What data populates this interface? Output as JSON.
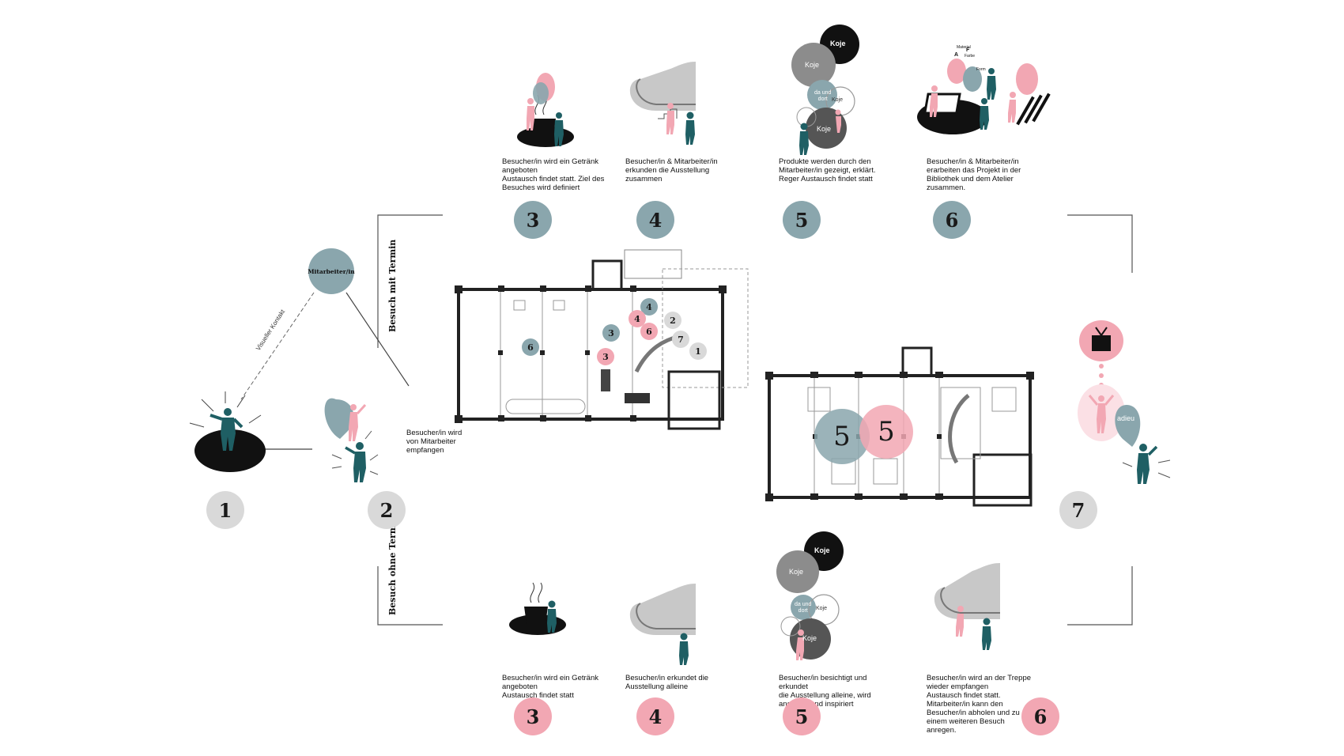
{
  "colors": {
    "teal": "#8aa6ad",
    "pink": "#f2a7b3",
    "grey": "#d9d9d9",
    "dark": "#1f5f64",
    "black": "#111111"
  },
  "contact": {
    "staff_label": "Mitarbeiter/in",
    "visual_label": "Visueller Kontakt"
  },
  "routes": {
    "with_appointment": "Besuch mit Termin",
    "without_appointment": "Besuch ohne Termin"
  },
  "step2": {
    "caption": "Besucher/in wird\nvon Mitarbeiter\nempfangen"
  },
  "top": [
    {
      "num": "3",
      "caption": "Besucher/in wird ein Getränk\nangeboten\nAustausch findet statt. Ziel des\nBesuches wird definiert"
    },
    {
      "num": "4",
      "caption": "Besucher/in & Mitarbeiter/in\nerkunden die Ausstellung\nzusammen"
    },
    {
      "num": "5",
      "caption": "Produkte werden durch den\nMitarbeiter/in gezeigt, erklärt.\nReger Austausch findet statt"
    },
    {
      "num": "6",
      "caption": "Besucher/in & Mitarbeiter/in\nerarbeiten das Projekt in der\nBibliothek und dem Atelier\nzusammen."
    }
  ],
  "bottom": [
    {
      "num": "3",
      "caption": "Besucher/in wird ein Getränk\nangeboten\nAustausch findet statt"
    },
    {
      "num": "4",
      "caption": "Besucher/in erkundet die\nAusstellung alleine"
    },
    {
      "num": "5",
      "caption": "Besucher/in besichtigt und erkundet\ndie Ausstellung alleine, wird\nangeregt und inspiriert"
    },
    {
      "num": "6",
      "caption": "Besucher/in wird an der Treppe\nwieder empfangen\nAustausch findet statt.\nMitarbeiter/in kann den\nBesucher/in abholen und zu\neinem weiteren Besuch\nanregen."
    }
  ],
  "main_steps": {
    "s1": "1",
    "s2": "2",
    "s7": "7"
  },
  "booth": {
    "koje": "Koje",
    "da_und_dort": "da und\ndort"
  },
  "farewell": "adieu",
  "plan1_markers": [
    "4",
    "4",
    "6",
    "3",
    "3",
    "6",
    "2",
    "7",
    "1"
  ],
  "plan2_markers": [
    "5",
    "5"
  ],
  "library_labels": {
    "material": "Material",
    "form": "Form",
    "a": "A",
    "farbe": "Farbe",
    "f": "F"
  }
}
